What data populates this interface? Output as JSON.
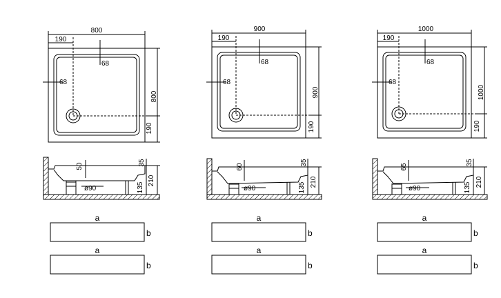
{
  "colors": {
    "ink": "#000000",
    "paper": "#ffffff",
    "hatch": "#000000"
  },
  "trays": [
    {
      "width": "800",
      "length": "800",
      "offset_top": "190",
      "offset_side": "190",
      "flange_a": "68",
      "flange_b": "68",
      "depth": "50",
      "rim": "35",
      "total": "210",
      "foot": "135",
      "drain": "ø90",
      "panels": [
        {
          "a": "a",
          "b": "b"
        },
        {
          "a": "a",
          "b": "b"
        }
      ]
    },
    {
      "width": "900",
      "length": "900",
      "offset_top": "190",
      "offset_side": "190",
      "flange_a": "68",
      "flange_b": "68",
      "depth": "60",
      "rim": "35",
      "total": "210",
      "foot": "135",
      "drain": "ø90",
      "panels": [
        {
          "a": "a",
          "b": "b"
        },
        {
          "a": "a",
          "b": "b"
        }
      ]
    },
    {
      "width": "1000",
      "length": "1000",
      "offset_top": "190",
      "offset_side": "190",
      "flange_a": "68",
      "flange_b": "68",
      "depth": "65",
      "rim": "35",
      "total": "210",
      "foot": "135",
      "drain": "ø90",
      "panels": [
        {
          "a": "a",
          "b": "b"
        },
        {
          "a": "a",
          "b": "b"
        }
      ]
    }
  ]
}
